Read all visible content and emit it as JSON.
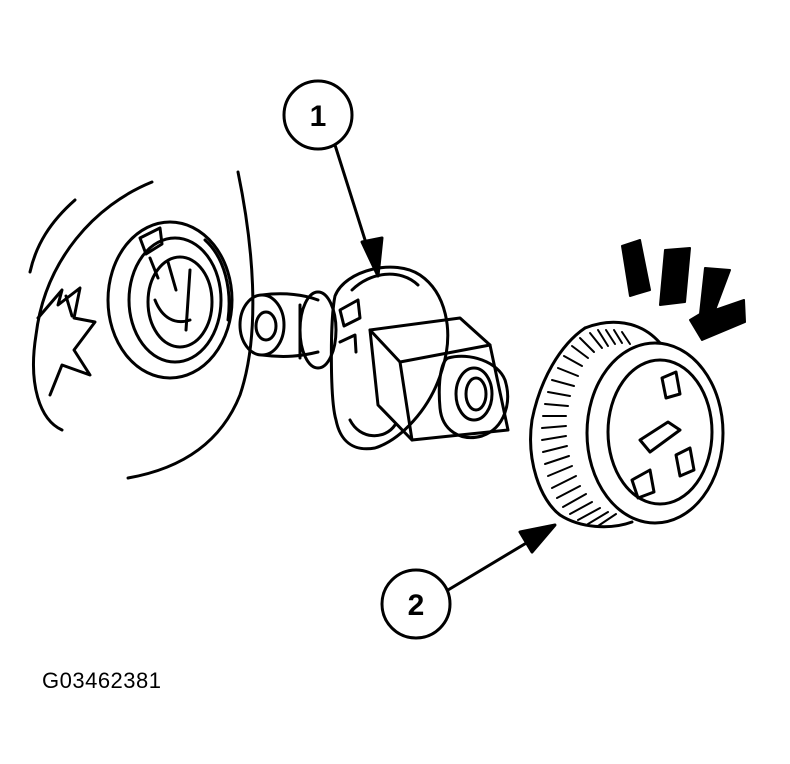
{
  "figure": {
    "code": "G03462381",
    "callouts": [
      {
        "label": "1"
      },
      {
        "label": "2"
      }
    ],
    "colors": {
      "ink": "#000000",
      "paper": "#ffffff"
    }
  }
}
